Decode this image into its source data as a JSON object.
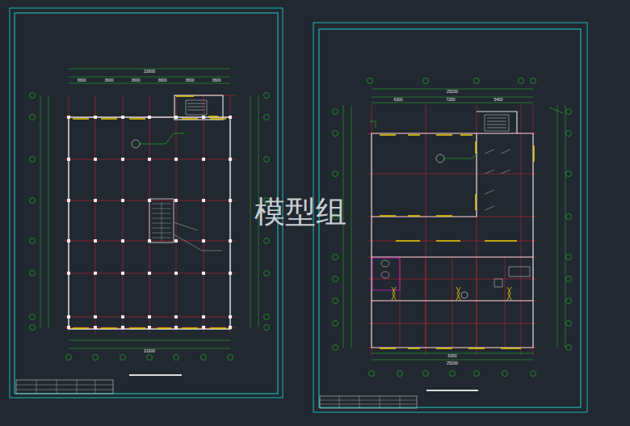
{
  "diagram": {
    "labels": [
      "模型组",
      "21600",
      "3600",
      "3600",
      "3600",
      "3600",
      "3600",
      "3600",
      "21600",
      "25200",
      "6300",
      "7200",
      "5400",
      "6300",
      "25200"
    ]
  }
}
